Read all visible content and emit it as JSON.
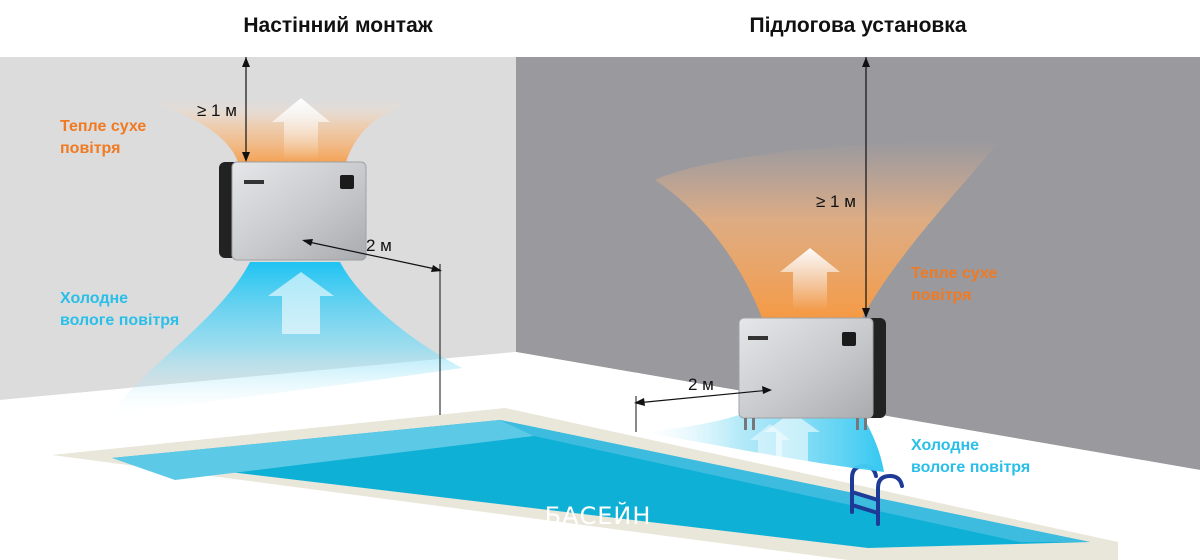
{
  "titles": {
    "wall_mount": "Настінний монтаж",
    "floor_mount": "Підлогова установка"
  },
  "labels": {
    "warm_air_line1": "Тепле сухе",
    "warm_air_line2": "повітря",
    "cold_air_line1": "Холодне",
    "cold_air_line2": "вологе повітря",
    "pool": "БАСЕЙН"
  },
  "dimensions": {
    "clearance": "≥ 1 м",
    "distance": "2 м"
  },
  "colors": {
    "left_wall": "#dcdcdc",
    "right_wall": "#9a999e",
    "warm": "#f07a22",
    "cold": "#29bfe8",
    "pool_water": "#0fb0d6",
    "pool_edge": "#e9e6da"
  }
}
